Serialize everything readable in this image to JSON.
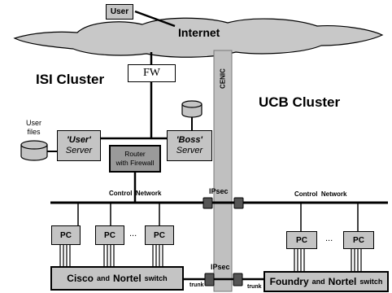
{
  "internet": {
    "label": "Internet"
  },
  "user": {
    "label": "User"
  },
  "firewall": {
    "label": "FW"
  },
  "clusters": {
    "isi": "ISI Cluster",
    "ucb": "UCB Cluster"
  },
  "cenic": {
    "label": "CENIC"
  },
  "isi_side": {
    "user_files": [
      "User",
      "files"
    ],
    "user_server": {
      "name": "'User'",
      "sub": "Server"
    },
    "boss_server": {
      "name": "'Boss'",
      "sub": "Server"
    },
    "router": [
      "Router",
      "with Firewall"
    ],
    "control_network": "Control  Network",
    "pcs": [
      "PC",
      "PC",
      "PC"
    ],
    "ellipsis": "...",
    "switch": {
      "brand1": "Cisco",
      "and": "and",
      "brand2": "Nortel",
      "word": "switch"
    }
  },
  "ucb_side": {
    "control_network": "Control  Network",
    "pcs": [
      "PC",
      "PC"
    ],
    "ellipsis": "...",
    "switch": {
      "brand1": "Foundry",
      "and": "and",
      "brand2": "Nortel",
      "word": "switch"
    }
  },
  "links": {
    "ipsec_top": "IPsec",
    "ipsec_bottom": "IPsec",
    "trunk_left": "trunk",
    "trunk_right": "trunk"
  },
  "colors": {
    "box_fill": "#c4c4c4",
    "cloud_fill": "#c8c8c8",
    "pipe_fill": "#c0c0c0",
    "router_fill": "#9a9a9a",
    "connector_fill": "#555555"
  }
}
